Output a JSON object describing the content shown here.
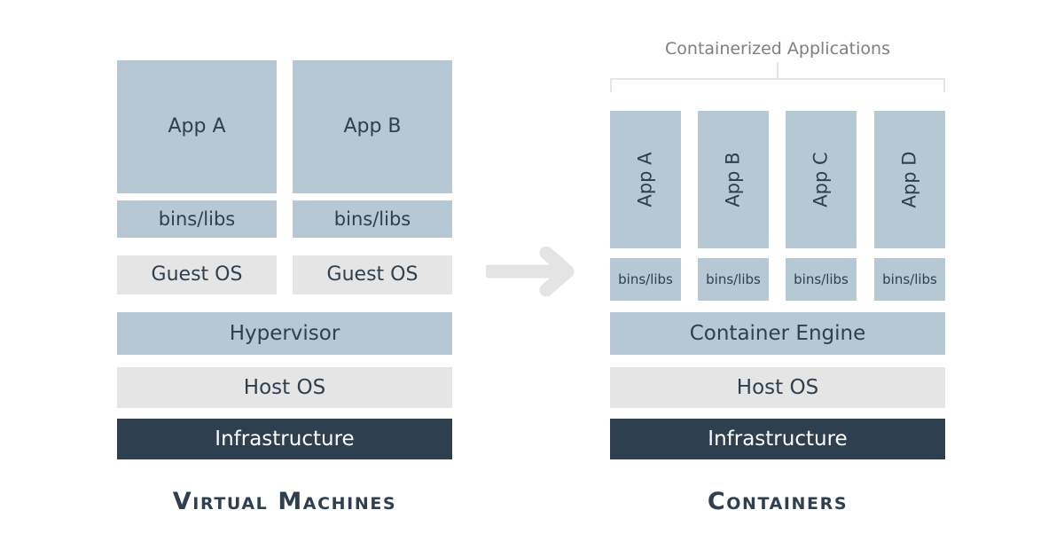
{
  "colors": {
    "blue_box": "#b5c8d4",
    "gray_box": "#e5e5e5",
    "dark_box": "#2e3f50",
    "text_dark": "#2e3f50",
    "text_light": "#ffffff",
    "caption_gray": "#7f7f7f",
    "arrow_gray": "#e4e4e4",
    "background": "#ffffff"
  },
  "left_panel": {
    "title": "Virtual Machines",
    "columns": [
      {
        "app": "App A",
        "bins": "bins/libs",
        "guest_os": "Guest OS"
      },
      {
        "app": "App B",
        "bins": "bins/libs",
        "guest_os": "Guest OS"
      }
    ],
    "shared_layers": [
      {
        "label": "Hypervisor",
        "style": "blue"
      },
      {
        "label": "Host OS",
        "style": "gray"
      },
      {
        "label": "Infrastructure",
        "style": "dark"
      }
    ]
  },
  "right_panel": {
    "title": "Containers",
    "bracket_label": "Containerized Applications",
    "columns": [
      {
        "app": "App A",
        "bins": "bins/libs"
      },
      {
        "app": "App B",
        "bins": "bins/libs"
      },
      {
        "app": "App C",
        "bins": "bins/libs"
      },
      {
        "app": "App D",
        "bins": "bins/libs"
      }
    ],
    "shared_layers": [
      {
        "label": "Container Engine",
        "style": "blue"
      },
      {
        "label": "Host OS",
        "style": "gray"
      },
      {
        "label": "Infrastructure",
        "style": "dark"
      }
    ]
  },
  "arrow": {
    "name": "right-arrow",
    "direction": "right"
  }
}
